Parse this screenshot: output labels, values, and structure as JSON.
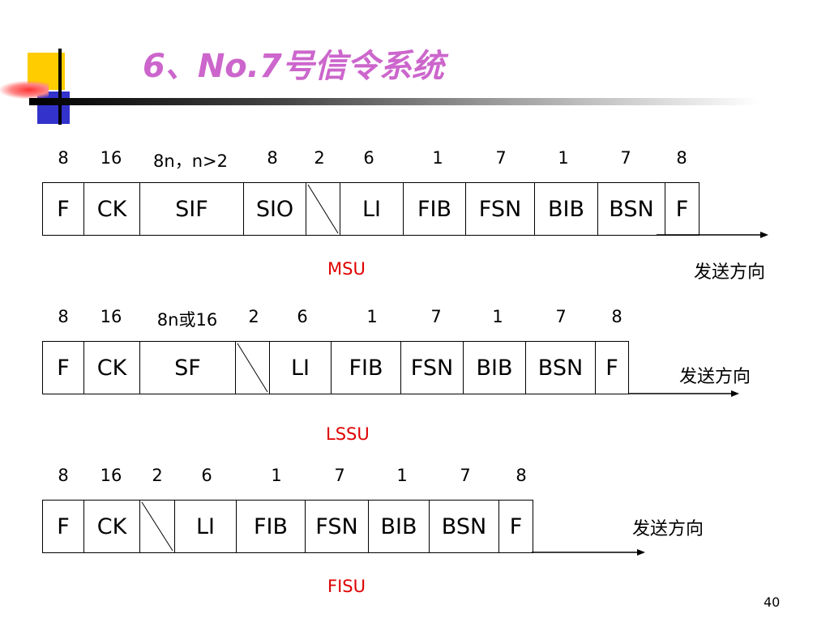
{
  "title": "6、No.7号信令系统",
  "page_number": "40",
  "direction_label": "发送方向",
  "frames": [
    {
      "name": "MSU",
      "lengths": [
        "8",
        "16",
        "8n，n>2",
        "8",
        "2",
        "6",
        "1",
        "7",
        "1",
        "7",
        "8"
      ],
      "fields": [
        "F",
        "CK",
        "SIF",
        "SIO",
        "",
        "LI",
        "FIB",
        "FSN",
        "BIB",
        "BSN",
        "F"
      ]
    },
    {
      "name": "LSSU",
      "lengths": [
        "8",
        "16",
        "8n或16",
        "2",
        "6",
        "1",
        "7",
        "1",
        "7",
        "8"
      ],
      "fields": [
        "F",
        "CK",
        "SF",
        "",
        "LI",
        "FIB",
        "FSN",
        "BIB",
        "BSN",
        "F"
      ]
    },
    {
      "name": "FISU",
      "lengths": [
        "8",
        "16",
        "2",
        "6",
        "1",
        "7",
        "1",
        "7",
        "8"
      ],
      "fields": [
        "F",
        "CK",
        "",
        "LI",
        "FIB",
        "FSN",
        "BIB",
        "BSN",
        "F"
      ]
    }
  ]
}
